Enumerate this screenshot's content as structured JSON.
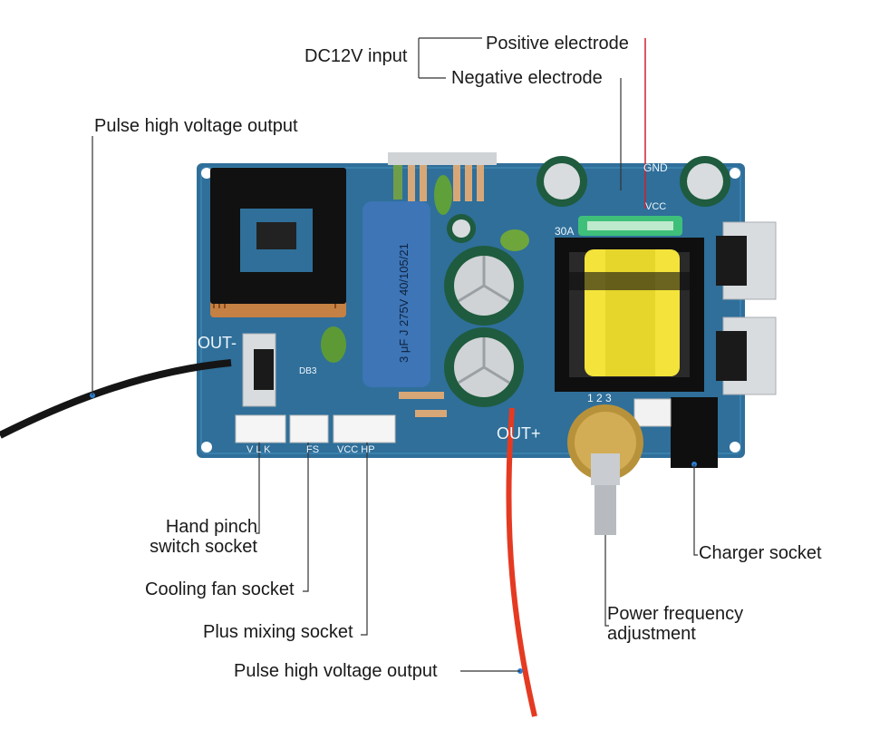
{
  "callouts": {
    "dc_input": "DC12V input",
    "positive": "Positive electrode",
    "negative": "Negative electrode",
    "pulse_top": "Pulse high voltage output",
    "hand_pinch": "Hand pinch switch socket",
    "cooling_fan": "Cooling fan socket",
    "plus_mixing": "Plus mixing socket",
    "pulse_bottom": "Pulse high voltage output",
    "charger": "Charger socket",
    "power_freq": "Power frequency adjustment"
  },
  "board_markings": {
    "out_minus": "OUT-",
    "out_plus": "OUT+",
    "gnd": "GND",
    "vcc": "VCC",
    "fuse": "30A",
    "pot_pins": "1 2 3",
    "socket1": "V L K",
    "socket2": "FS",
    "socket3": "VCC HP",
    "cap_text": "3 μF J 275V  40/105/21",
    "db": "DB3"
  },
  "colors": {
    "pcb": "#2f6f9a",
    "capacitor": "#1f5b3e",
    "film_cap": "#3d75b6",
    "transformer_tape": "#f3e33a",
    "wire_red": "#e53a22",
    "wire_black": "#151515"
  }
}
